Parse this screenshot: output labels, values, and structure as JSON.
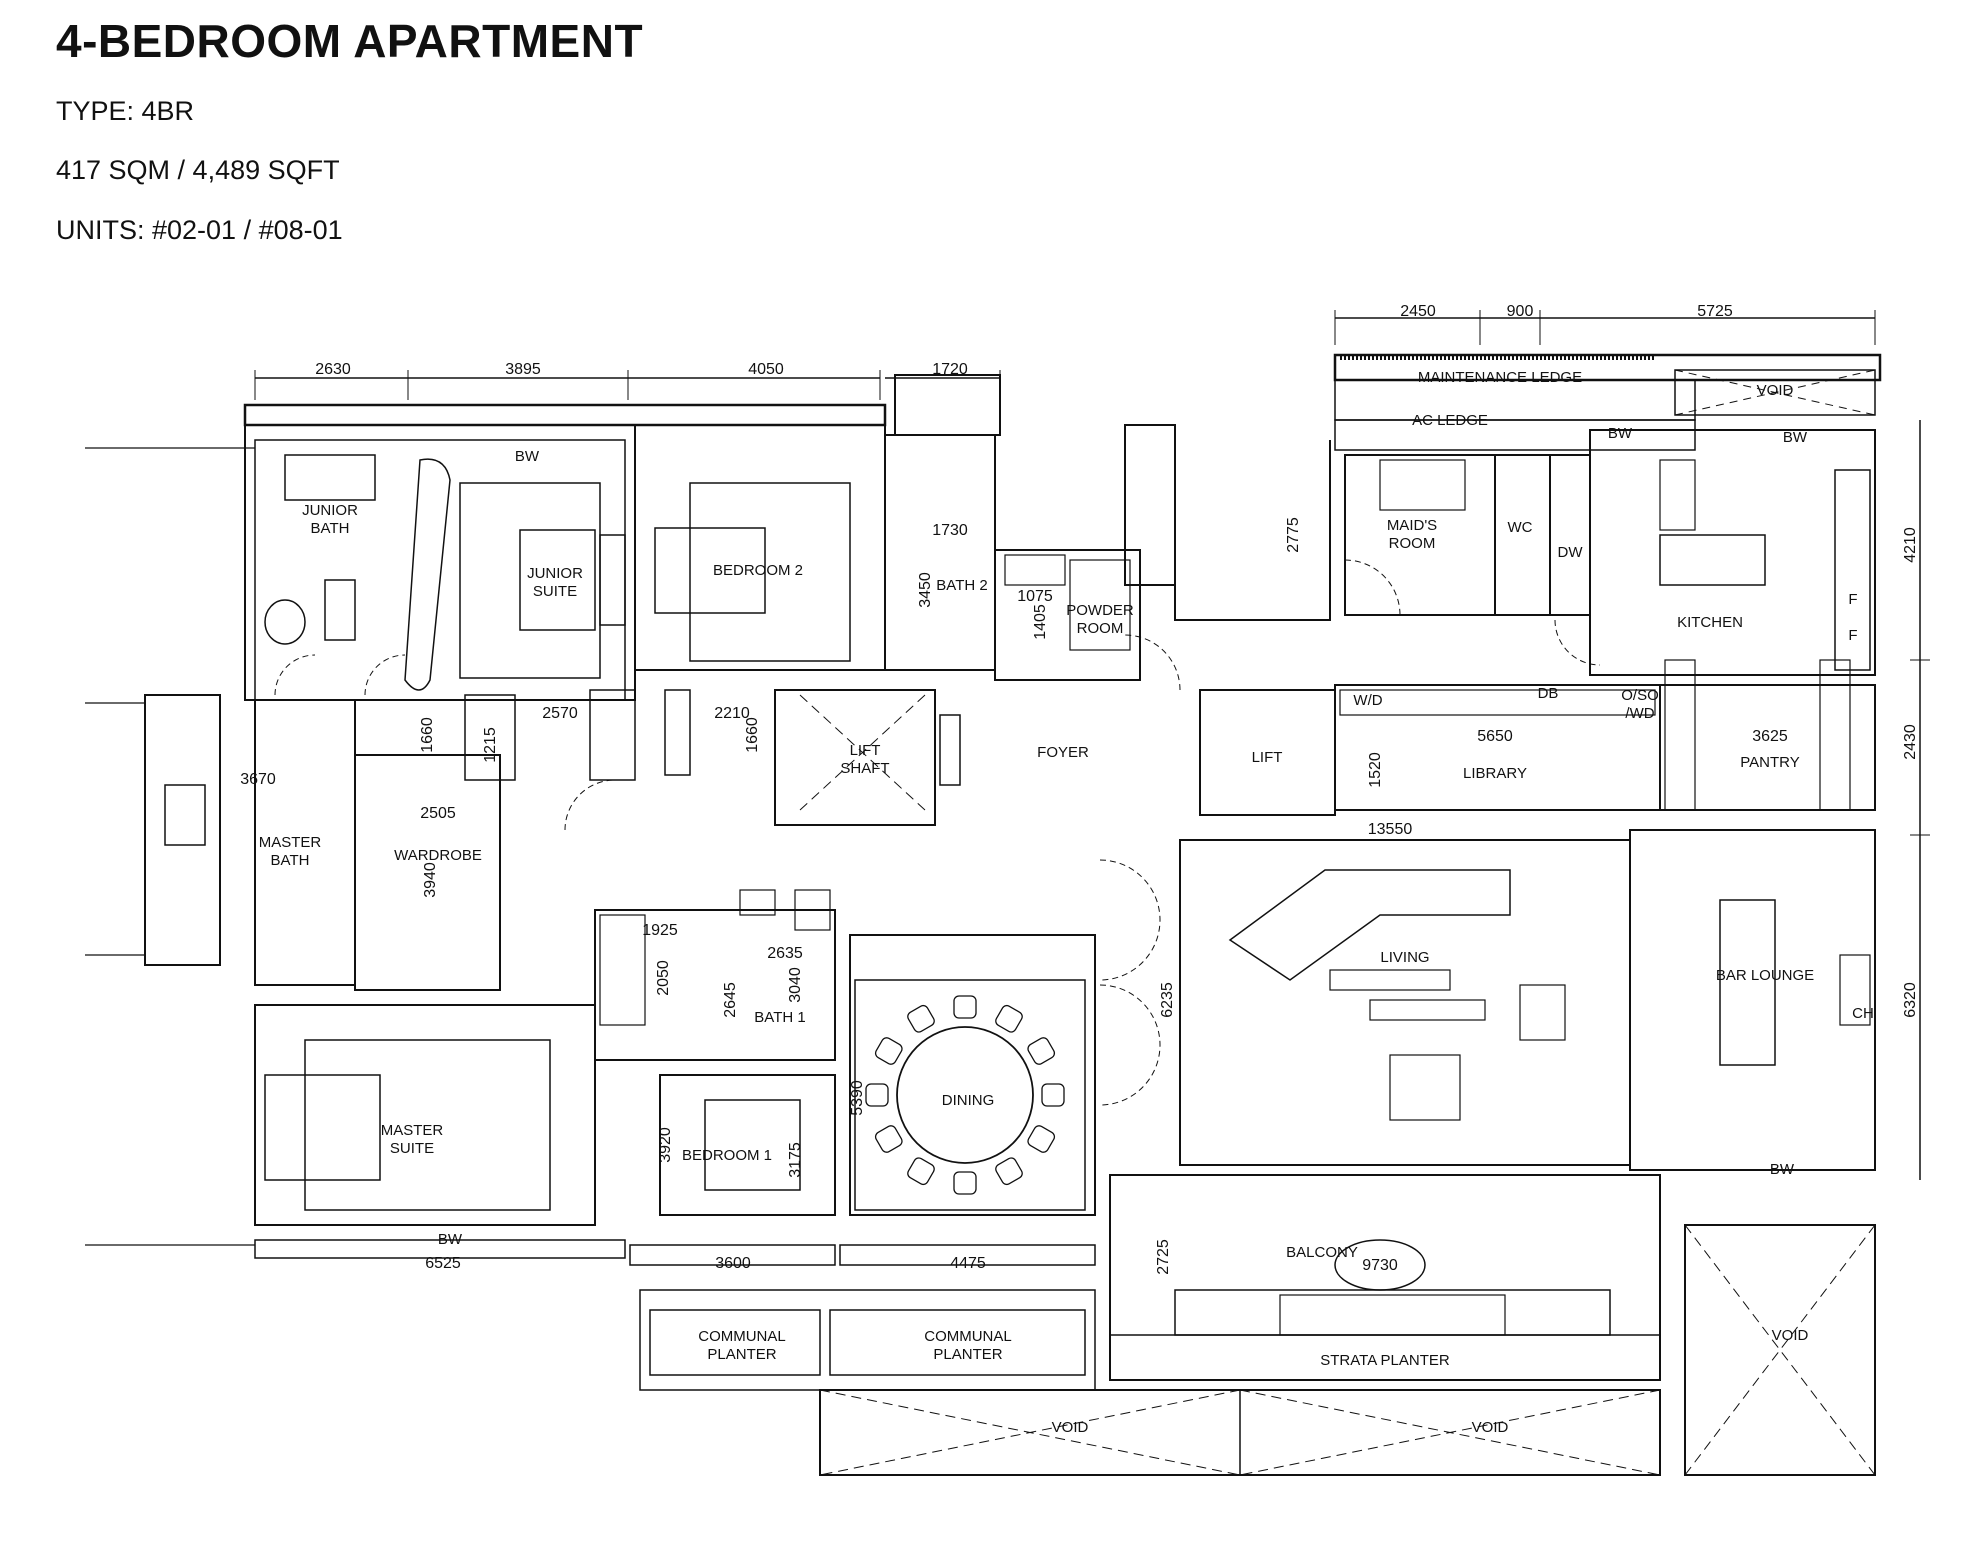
{
  "header": {
    "title": "4-BEDROOM APARTMENT",
    "type": "TYPE: 4BR",
    "area": "417 SQM / 4,489 SQFT",
    "units": "UNITS:  #02-01 / #08-01"
  },
  "rooms": {
    "maintenance_ledge": "MAINTENANCE LEDGE",
    "ac_ledge": "AC LEDGE",
    "void_top": "VOID",
    "bw_1": "BW",
    "bw_2": "BW",
    "bw_3": "BW",
    "bw_4": "BW",
    "bw_5": "BW",
    "junior_bath_1": "JUNIOR",
    "junior_bath_2": "BATH",
    "junior_suite_1": "JUNIOR",
    "junior_suite_2": "SUITE",
    "bedroom_2": "BEDROOM 2",
    "bath_2": "BATH 2",
    "powder_room_1": "POWDER",
    "powder_room_2": "ROOM",
    "maids_room_1": "MAID'S",
    "maids_room_2": "ROOM",
    "wc": "WC",
    "dw": "DW",
    "kitchen": "KITCHEN",
    "fridge_1": "F",
    "fridge_2": "F",
    "wd": "W/D",
    "db": "DB",
    "oso_wd_1": "O/SO",
    "oso_wd_2": "/WD",
    "lift_shaft_1": "LIFT",
    "lift_shaft_2": "SHAFT",
    "foyer": "FOYER",
    "lift": "LIFT",
    "library": "LIBRARY",
    "pantry": "PANTRY",
    "master_bath_1": "MASTER",
    "master_bath_2": "BATH",
    "wardrobe": "WARDROBE",
    "living": "LIVING",
    "bar_lounge": "BAR LOUNGE",
    "ch": "CH",
    "bath_1": "BATH 1",
    "dining": "DINING",
    "master_suite_1": "MASTER",
    "master_suite_2": "SUITE",
    "bedroom_1": "BEDROOM 1",
    "balcony": "BALCONY",
    "communal_planter_a_1": "COMMUNAL",
    "communal_planter_a_2": "PLANTER",
    "communal_planter_b_1": "COMMUNAL",
    "communal_planter_b_2": "PLANTER",
    "strata_planter": "STRATA PLANTER",
    "void_right": "VOID",
    "void_bottom_1": "VOID",
    "void_bottom_2": "VOID"
  },
  "dimensions": {
    "d2450": "2450",
    "d900": "900",
    "d5725": "5725",
    "d2630": "2630",
    "d3895": "3895",
    "d4050": "4050",
    "d1720": "1720",
    "d2775": "2775",
    "d1730": "1730",
    "d3450": "3450",
    "d1075": "1075",
    "d1405": "1405",
    "d4210": "4210",
    "d2430": "2430",
    "d6320": "6320",
    "d2570": "2570",
    "d1660a": "1660",
    "d1215": "1215",
    "d2210": "2210",
    "d1660b": "1660",
    "d3670": "3670",
    "d2505": "2505",
    "d3940": "3940",
    "d5650": "5650",
    "d3625": "3625",
    "d1520": "1520",
    "d13550": "13550",
    "d1925": "1925",
    "d2050": "2050",
    "d2635": "2635",
    "d2645": "2645",
    "d3040": "3040",
    "d6235": "6235",
    "d5390": "5390",
    "d3920": "3920",
    "d3175": "3175",
    "d2725": "2725",
    "d9730": "9730",
    "d6525": "6525",
    "d3600": "3600",
    "d4475": "4475"
  }
}
